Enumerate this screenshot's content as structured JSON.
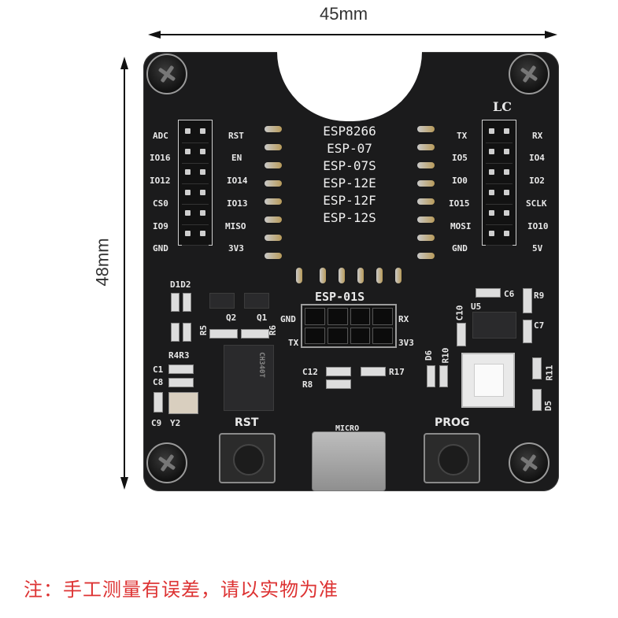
{
  "dimensions": {
    "width_label": "45mm",
    "height_label": "48mm"
  },
  "board": {
    "logo": "LC",
    "module_labels": [
      "ESP8266",
      "ESP-07",
      "ESP-07S",
      "ESP-12E",
      "ESP-12F",
      "ESP-12S"
    ],
    "left_header": {
      "outer_labels": [
        "ADC",
        "IO16",
        "IO12",
        "CS0",
        "IO9",
        "GND"
      ],
      "inner_labels": [
        "RST",
        "EN",
        "IO14",
        "IO13",
        "MISO",
        "3V3"
      ]
    },
    "right_header": {
      "inner_labels": [
        "TX",
        "IO5",
        "IO0",
        "IO15",
        "MOSI",
        "GND"
      ],
      "outer_labels": [
        "RX",
        "IO4",
        "IO2",
        "SCLK",
        "IO10",
        "5V"
      ]
    },
    "esp01s": {
      "label": "ESP-01S",
      "left_labels": [
        "GND",
        "TX"
      ],
      "right_labels": [
        "RX",
        "3V3"
      ]
    },
    "components": {
      "d1d2": "D1D2",
      "q2": "Q2",
      "q1": "Q1",
      "r5": "R5",
      "r6": "R6",
      "r4r3": "R4R3",
      "c1": "C1",
      "c8": "C8",
      "c9": "C9",
      "y2": "Y2",
      "c12": "C12",
      "r8": "R8",
      "r17": "R17",
      "u5": "U5",
      "c6": "C6",
      "r9": "R9",
      "c10": "C10",
      "c7": "C7",
      "d6": "D6",
      "r10": "R10",
      "r11": "R11",
      "d5": "D5",
      "ch340_marking": "CH340T"
    },
    "buttons": {
      "rst_label": "RST",
      "prog_label": "PROG"
    },
    "usb_label": "MICRO"
  },
  "note": "注：手工测量有误差，请以实物为准"
}
